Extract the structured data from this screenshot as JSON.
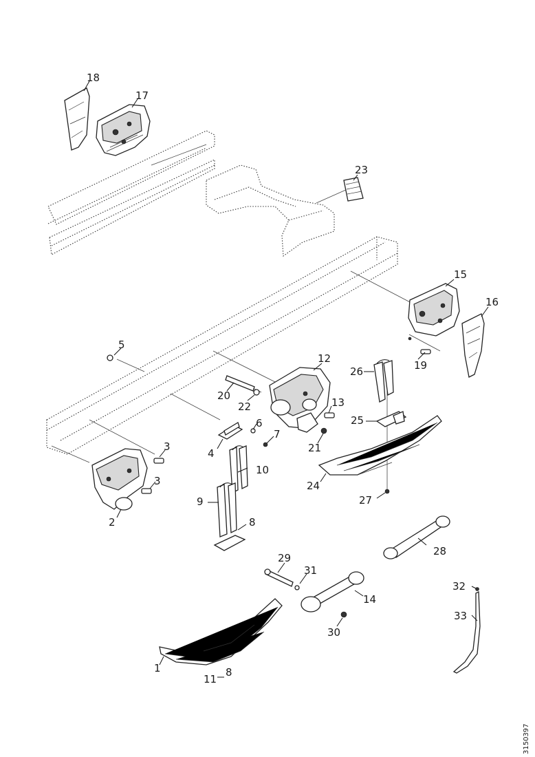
{
  "diagram": {
    "callouts": [
      {
        "id": "c18",
        "text": "18"
      },
      {
        "id": "c17",
        "text": "17"
      },
      {
        "id": "c23",
        "text": "23"
      },
      {
        "id": "c15",
        "text": "15"
      },
      {
        "id": "c16",
        "text": "16"
      },
      {
        "id": "c5",
        "text": "5"
      },
      {
        "id": "c19",
        "text": "19"
      },
      {
        "id": "c12",
        "text": "12"
      },
      {
        "id": "c26",
        "text": "26"
      },
      {
        "id": "c20",
        "text": "20"
      },
      {
        "id": "c22",
        "text": "22"
      },
      {
        "id": "c13",
        "text": "13"
      },
      {
        "id": "c25",
        "text": "25"
      },
      {
        "id": "c6",
        "text": "6"
      },
      {
        "id": "c7",
        "text": "7"
      },
      {
        "id": "c21",
        "text": "21"
      },
      {
        "id": "c3a",
        "text": "3"
      },
      {
        "id": "c4",
        "text": "4"
      },
      {
        "id": "c10",
        "text": "10"
      },
      {
        "id": "c24",
        "text": "24"
      },
      {
        "id": "c3b",
        "text": "3"
      },
      {
        "id": "c27",
        "text": "27"
      },
      {
        "id": "c9",
        "text": "9"
      },
      {
        "id": "c2",
        "text": "2"
      },
      {
        "id": "c8",
        "text": "8"
      },
      {
        "id": "c28",
        "text": "28"
      },
      {
        "id": "c29",
        "text": "29"
      },
      {
        "id": "c31",
        "text": "31"
      },
      {
        "id": "c14",
        "text": "14"
      },
      {
        "id": "c32",
        "text": "32"
      },
      {
        "id": "c33",
        "text": "33"
      },
      {
        "id": "c30",
        "text": "30"
      },
      {
        "id": "c1",
        "text": "1"
      },
      {
        "id": "c11",
        "text": "11"
      },
      {
        "id": "c11b",
        "text": "8"
      }
    ],
    "document_id": "3150397"
  }
}
